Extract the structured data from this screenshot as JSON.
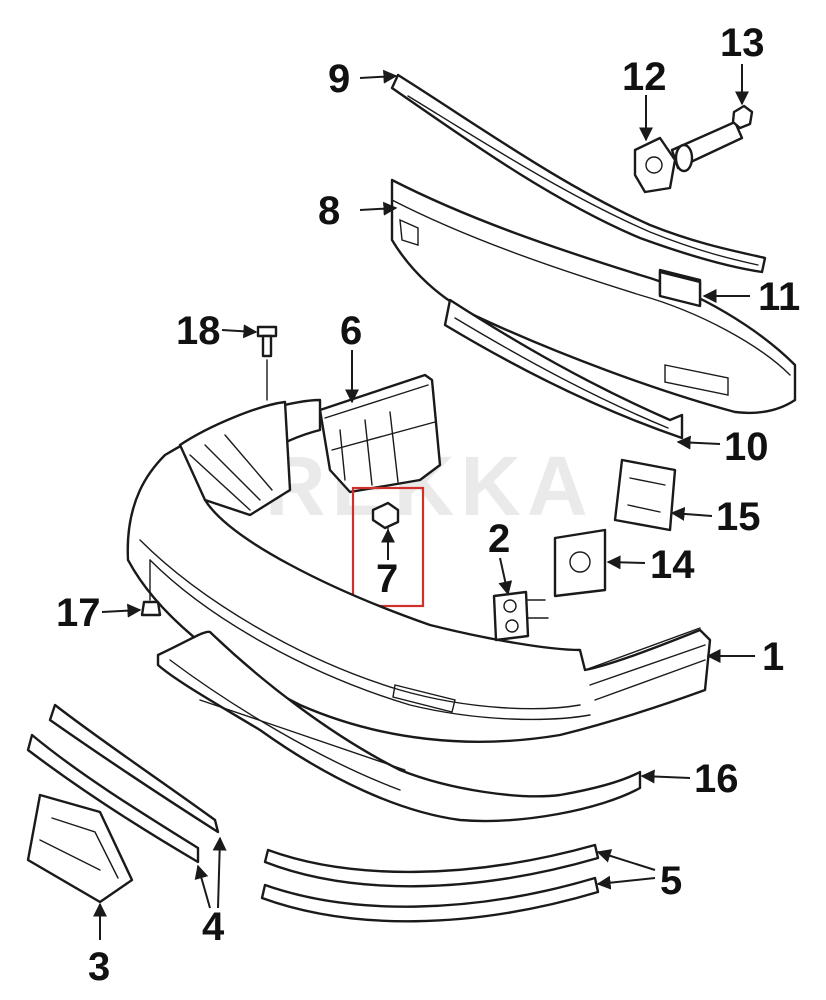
{
  "diagram": {
    "watermark": "REKKA",
    "highlight_color": "#d0302a",
    "callouts": {
      "c1": "1",
      "c2": "2",
      "c3": "3",
      "c4": "4",
      "c5": "5",
      "c6": "6",
      "c7": "7",
      "c8": "8",
      "c9": "9",
      "c10": "10",
      "c11": "11",
      "c12": "12",
      "c13": "13",
      "c14": "14",
      "c15": "15",
      "c16": "16",
      "c17": "17",
      "c18": "18"
    }
  }
}
